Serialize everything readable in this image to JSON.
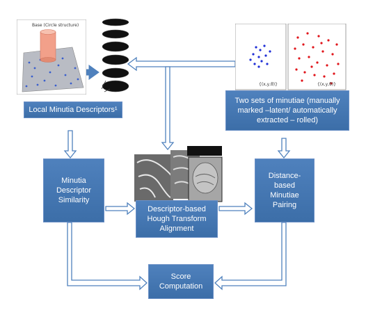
{
  "boxes": {
    "local_descriptors": "Local Minutia Descriptors¹",
    "two_sets": "Two sets of minutiae (manually marked –latent/ automatically extracted – rolled)",
    "similarity": "Minutia Descriptor Similarity",
    "hough": "Descriptor-based Hough Transform Alignment",
    "pairing": "Distance-based Minutiae Pairing",
    "score": "Score Computation"
  },
  "figure_labels": {
    "cylinder_title": "Base (Circle structure)",
    "blue_set": "{(x,y,θ)}",
    "red_set": "{(x,y,θ)}"
  },
  "colors": {
    "box": "#4f81bd",
    "arrow_fill": "#ffffff",
    "arrow_stroke": "#4f81bd",
    "blue_pts": "#1f2fd6",
    "red_pts": "#e0141a"
  }
}
